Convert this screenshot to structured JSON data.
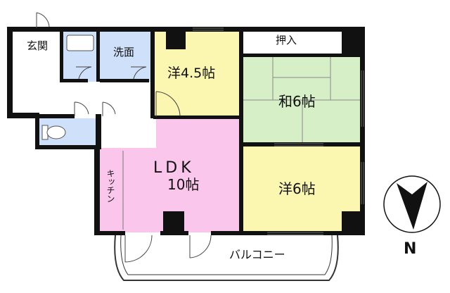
{
  "rooms": {
    "genkan": "玄関",
    "senmen": "洗面",
    "youshitsu_small": "洋4.5帖",
    "oshiire": "押入",
    "washitsu": "和6帖",
    "ldk_line1": "LDK",
    "ldk_line2": "10帖",
    "kitchen": "キッチン",
    "youshitsu_large": "洋6帖",
    "balcony": "バルコニー"
  },
  "compass": {
    "label": "N"
  },
  "colors": {
    "wall": "#111111",
    "ldk": "#fbc6ec",
    "youshitsu": "#fbf6b0",
    "washitsu": "#d7efc7",
    "wet_area": "#cfe0fb",
    "floor": "#ffffff"
  }
}
